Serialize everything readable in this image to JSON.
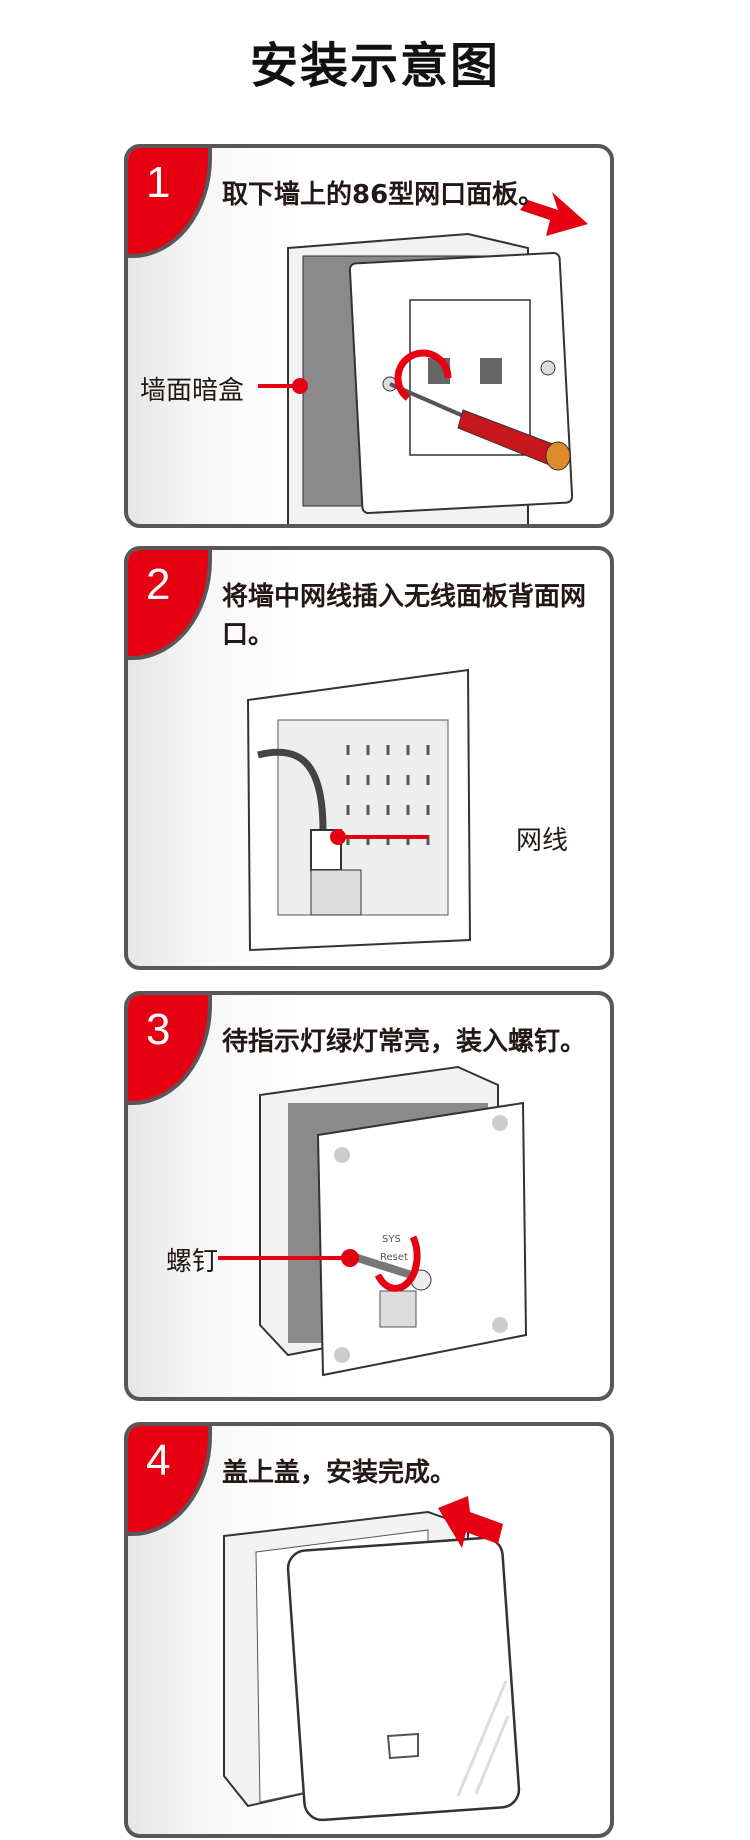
{
  "title": "安装示意图",
  "accent_color": "#e60012",
  "steps": [
    {
      "number": "1",
      "text": "取下墙上的86型网口面板。",
      "callout": "墙面暗盒"
    },
    {
      "number": "2",
      "text": "将墙中网线插入无线面板背面网口。",
      "callout": "网线"
    },
    {
      "number": "3",
      "text": "待指示灯绿灯常亮，装入螺钉。",
      "callout": "螺钉",
      "panel_labels": [
        "SYS",
        "Reset"
      ]
    },
    {
      "number": "4",
      "text": "盖上盖，安装完成。"
    }
  ]
}
